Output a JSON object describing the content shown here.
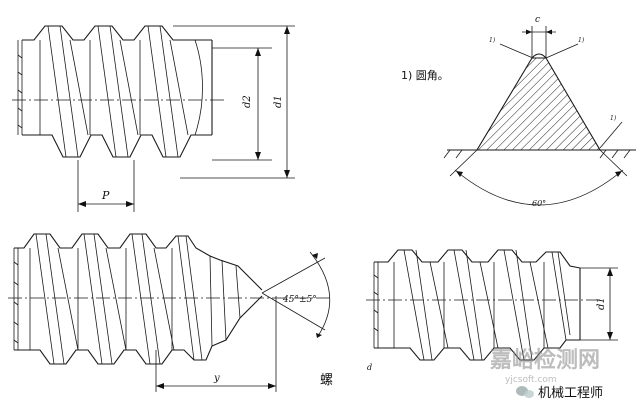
{
  "top_screw": {
    "d2_label": "d2",
    "d1_label": "d1",
    "pitch_label": "P"
  },
  "pointed_screw": {
    "angle_label": "45°±5°",
    "length_label": "y",
    "caption_char": "螺"
  },
  "tip_detail": {
    "note": "1) 圆角。",
    "c_label": "c",
    "ref_left": "1)",
    "ref_right": "1)",
    "angle_label": "60°"
  },
  "right_screw": {
    "d_label": "d1",
    "mark": "d"
  },
  "watermark": {
    "brand": "嘉峪检测网",
    "account": "机械工程师",
    "url": "yjcsoft.com"
  }
}
